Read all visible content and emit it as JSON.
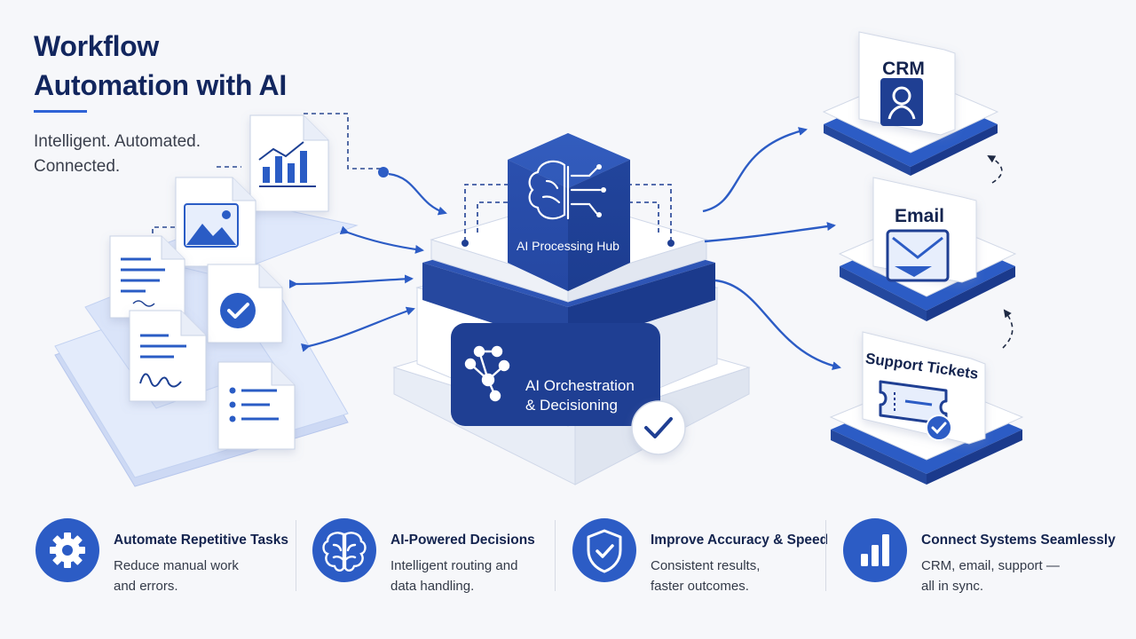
{
  "header": {
    "title_line1": "Workflow",
    "title_line2": "Automation with AI",
    "tagline_line1": "Intelligent. Automated.",
    "tagline_line2": "Connected."
  },
  "hub": {
    "label": "AI Processing Hub",
    "orchestration_line1": "AI Orchestration",
    "orchestration_line2": "& Decisioning"
  },
  "outputs": [
    {
      "label": "CRM",
      "icon": "person-icon"
    },
    {
      "label": "Email",
      "icon": "envelope-icon"
    },
    {
      "label": "Support Tickets",
      "icon": "ticket-icon"
    }
  ],
  "inputs": [
    {
      "icon": "chart-document-icon"
    },
    {
      "icon": "image-document-icon"
    },
    {
      "icon": "text-document-icon"
    },
    {
      "icon": "check-badge-icon"
    },
    {
      "icon": "signed-document-icon"
    },
    {
      "icon": "list-document-icon"
    }
  ],
  "benefits": [
    {
      "title": "Automate Repetitive Tasks",
      "desc_line1": "Reduce manual work",
      "desc_line2": "and errors.",
      "icon": "gear-icon"
    },
    {
      "title": "AI-Powered Decisions",
      "desc_line1": "Intelligent routing and",
      "desc_line2": "data handling.",
      "icon": "brain-icon"
    },
    {
      "title": "Improve Accuracy & Speed",
      "desc_line1": "Consistent results,",
      "desc_line2": "faster outcomes.",
      "icon": "shield-check-icon"
    },
    {
      "title": "Connect Systems Seamlessly",
      "desc_line1": "CRM, email, support —",
      "desc_line2": "all in sync.",
      "icon": "bar-chart-icon"
    }
  ],
  "colors": {
    "primary": "#2c5cc5",
    "navy": "#1f3f93",
    "light_tile": "#dfe8fb",
    "background": "#f6f7fa"
  }
}
